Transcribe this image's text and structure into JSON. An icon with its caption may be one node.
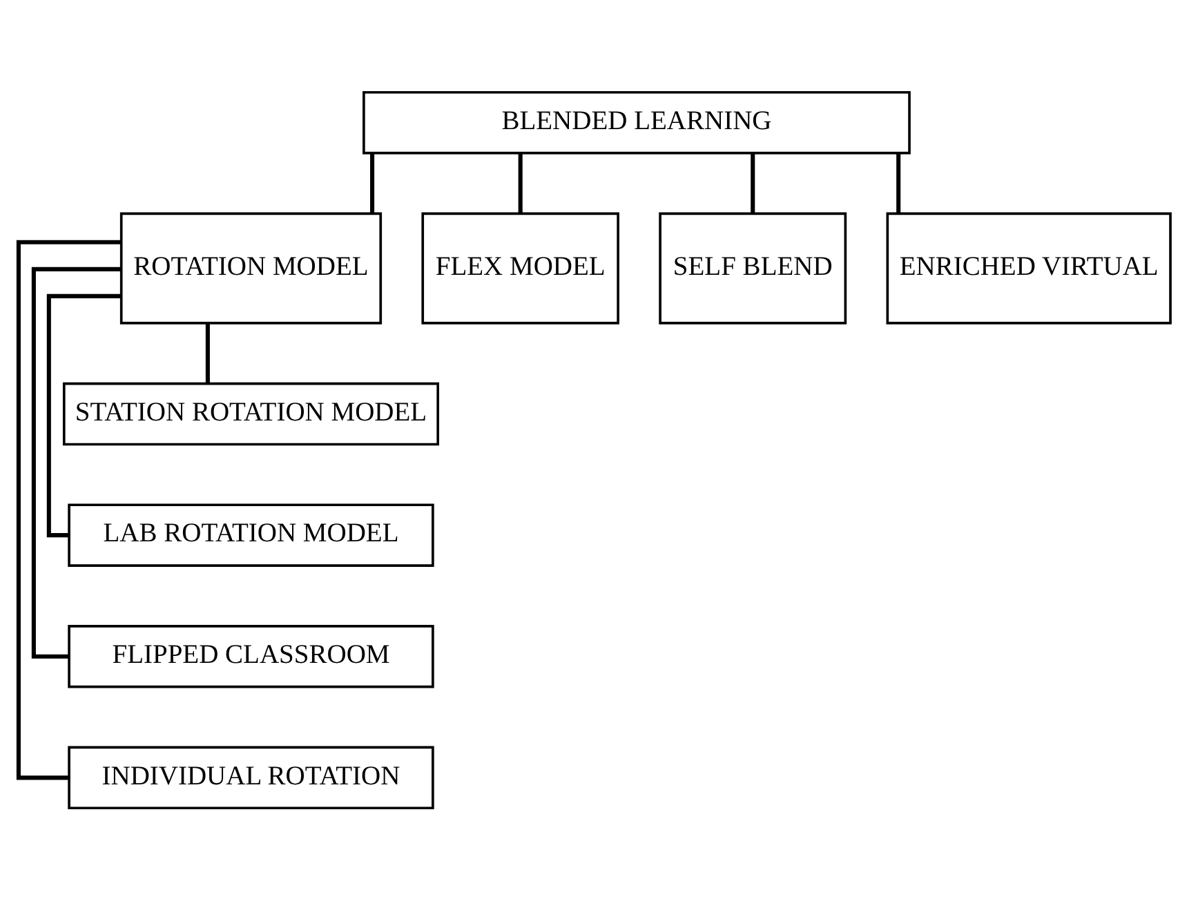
{
  "diagram": {
    "nodes": [
      {
        "text": [
          "BLENDED LEARNING"
        ]
      },
      {
        "text": [
          "ROTATION MODEL"
        ]
      },
      {
        "text": [
          "FLEX MODEL"
        ]
      },
      {
        "text": [
          "SELF BLEND"
        ]
      },
      {
        "text": [
          "ENRICHED VIRTUAL"
        ]
      },
      {
        "text": [
          "STATION ROTATION MODEL"
        ]
      },
      {
        "text": [
          "LAB ROTATION MODEL"
        ]
      },
      {
        "text": [
          "FLIPPED CLASSROOM"
        ]
      },
      {
        "text": [
          "INDIVIDUAL ROTATION"
        ]
      }
    ],
    "edges": [
      {
        "from": 0,
        "to": 1,
        "arrow": "none"
      },
      {
        "from": 0,
        "to": 2,
        "arrow": "none"
      },
      {
        "from": 0,
        "to": 3,
        "arrow": "none"
      },
      {
        "from": 0,
        "to": 4,
        "arrow": "none"
      },
      {
        "from": 1,
        "to": 5,
        "arrow": "none"
      },
      {
        "from": 1,
        "to": 6,
        "arrow": "none"
      },
      {
        "from": 1,
        "to": 7,
        "arrow": "none"
      },
      {
        "from": 1,
        "to": 8,
        "arrow": "none"
      }
    ]
  }
}
